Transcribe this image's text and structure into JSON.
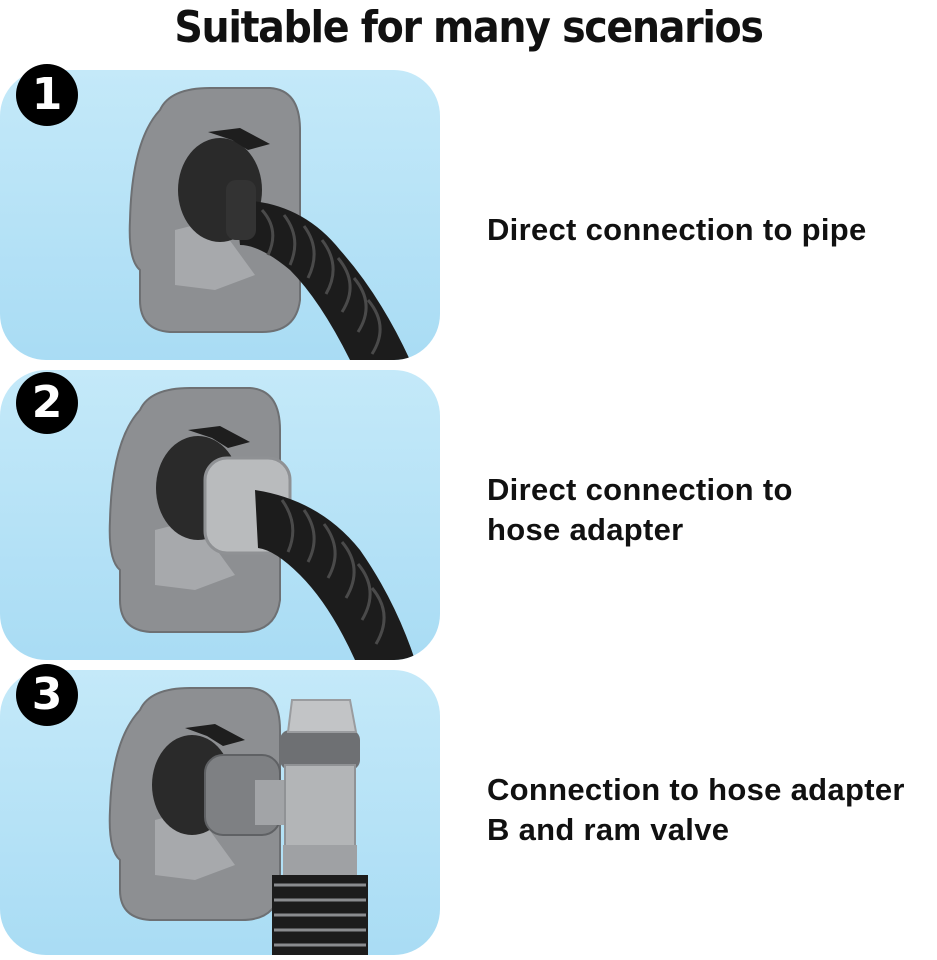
{
  "title": "Suitable for many scenarios",
  "scenarios": [
    {
      "number": "1",
      "lines": [
        "Direct connection to pipe"
      ]
    },
    {
      "number": "2",
      "lines": [
        "Direct connection to",
        "hose adapter"
      ]
    },
    {
      "number": "3",
      "lines": [
        "Connection to hose adapter",
        "B and ram valve"
      ]
    }
  ],
  "colors": {
    "panel_background": "#b6e3f7",
    "badge": "#000000",
    "mount_plate": "#8c8e91",
    "hose": "#1c1c1c",
    "adapter": "#b9bbbd"
  }
}
